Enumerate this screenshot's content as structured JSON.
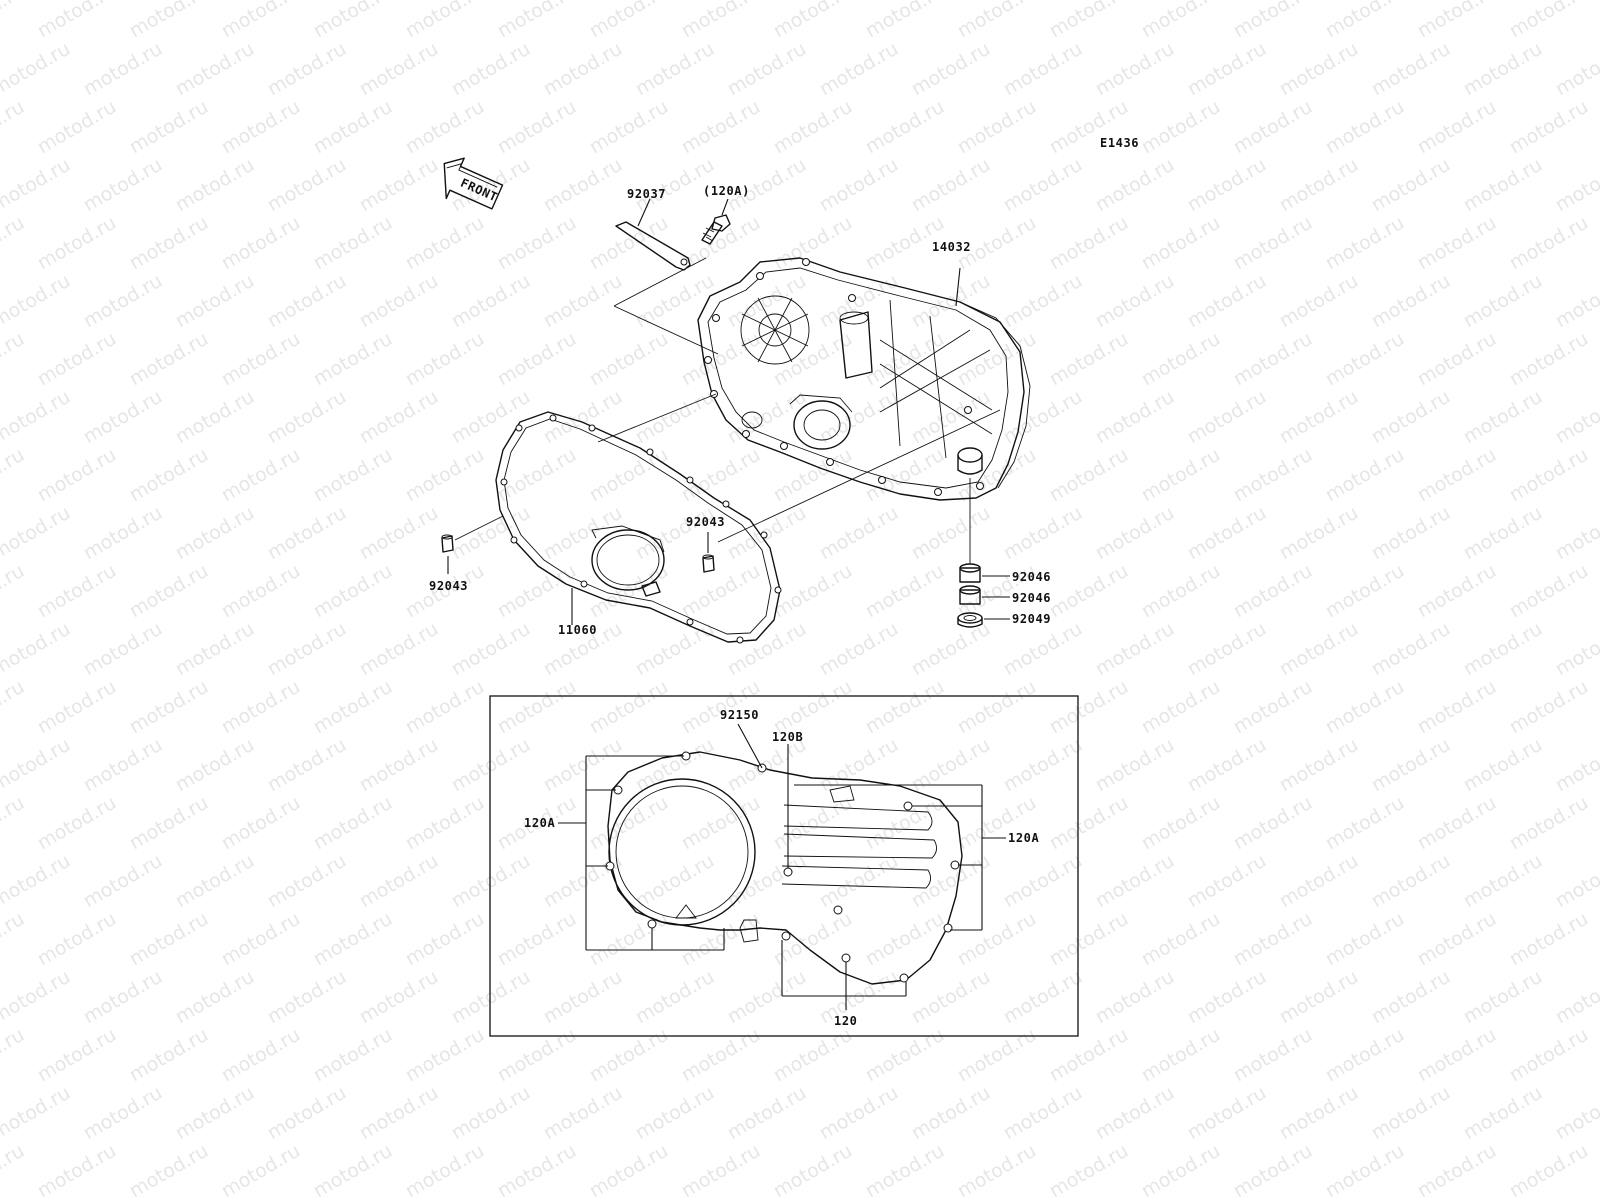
{
  "diagram": {
    "code": "E1436",
    "front_arrow_label": "FRONT",
    "watermark": "motod.ru",
    "labels": {
      "p92037": "92037",
      "p120A_paren": "(120A)",
      "p14032": "14032",
      "p92043_left": "92043",
      "p92043_mid": "92043",
      "p11060": "11060",
      "p92046_a": "92046",
      "p92046_b": "92046",
      "p92049": "92049",
      "p92150": "92150",
      "p120B": "120B",
      "p120A_left": "120A",
      "p120A_right": "120A",
      "p120": "120"
    }
  }
}
